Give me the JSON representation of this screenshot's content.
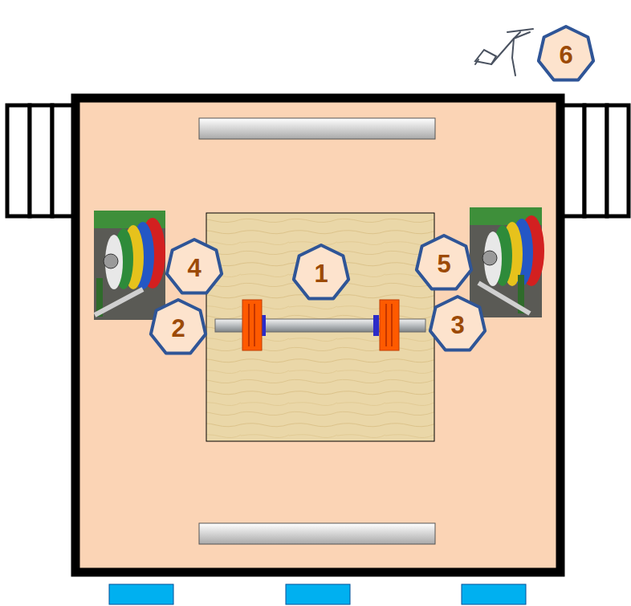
{
  "diagram": {
    "nodes": [
      {
        "text": [
          "6"
        ]
      },
      {
        "text": [
          "4"
        ]
      },
      {
        "text": [
          "1"
        ]
      },
      {
        "text": [
          "5"
        ]
      },
      {
        "text": [
          "2"
        ]
      },
      {
        "text": [
          "3"
        ]
      }
    ]
  }
}
